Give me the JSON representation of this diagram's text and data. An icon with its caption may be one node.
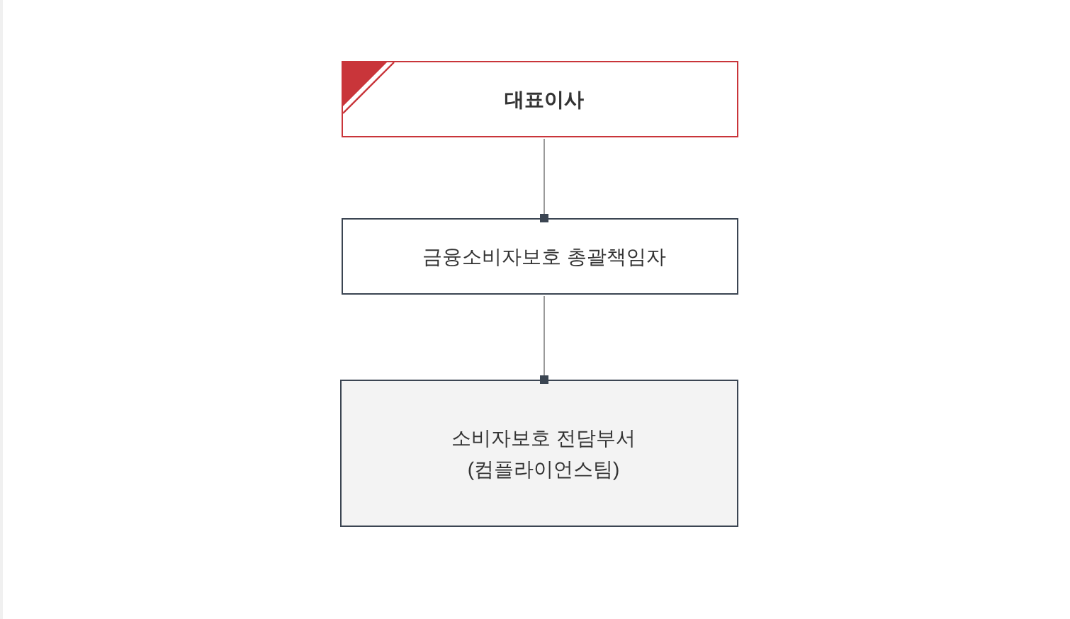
{
  "diagram": {
    "nodes": [
      {
        "text": [
          "대표이사"
        ]
      },
      {
        "text": [
          "금융소비자보호 총괄책임자"
        ]
      },
      {
        "text": [
          "소비자보호 전담부서 (컴플라이언스팀)"
        ]
      }
    ],
    "edges": [
      {
        "from": 0,
        "to": 1,
        "arrow": "other"
      },
      {
        "from": 1,
        "to": 2,
        "arrow": "other"
      }
    ]
  }
}
